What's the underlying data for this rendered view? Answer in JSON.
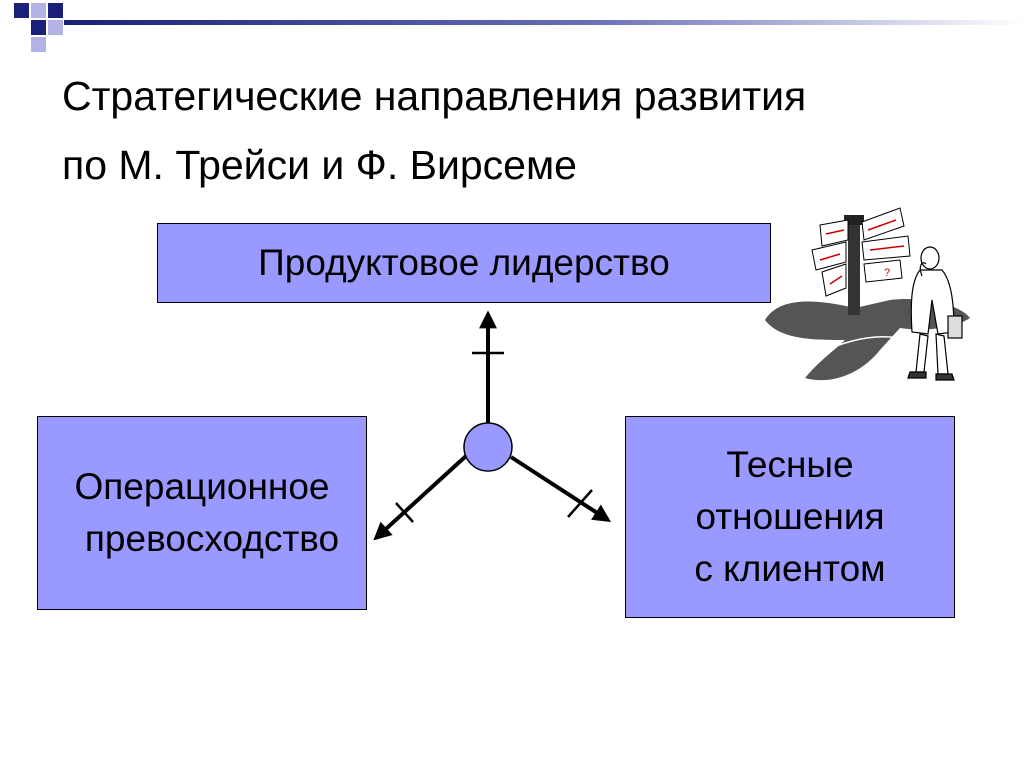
{
  "colors": {
    "box_fill": "#9999ff",
    "deco_dark": "#1a1f7a",
    "deco_light": "#b3b3e6"
  },
  "title": {
    "line_1": "Стратегические направления развития",
    "line_2": "по М. Трейси и Ф. Вирсеме"
  },
  "diagram": {
    "top_box": "Продуктовое лидерство",
    "left_box": {
      "line_1": "Операционное",
      "line_2": "превосходство"
    },
    "right_box": {
      "line_1": "Тесные",
      "line_2": "отношения",
      "line_3": "с клиентом"
    }
  },
  "icons": {
    "clipart": "businessman-at-signpost-icon"
  }
}
